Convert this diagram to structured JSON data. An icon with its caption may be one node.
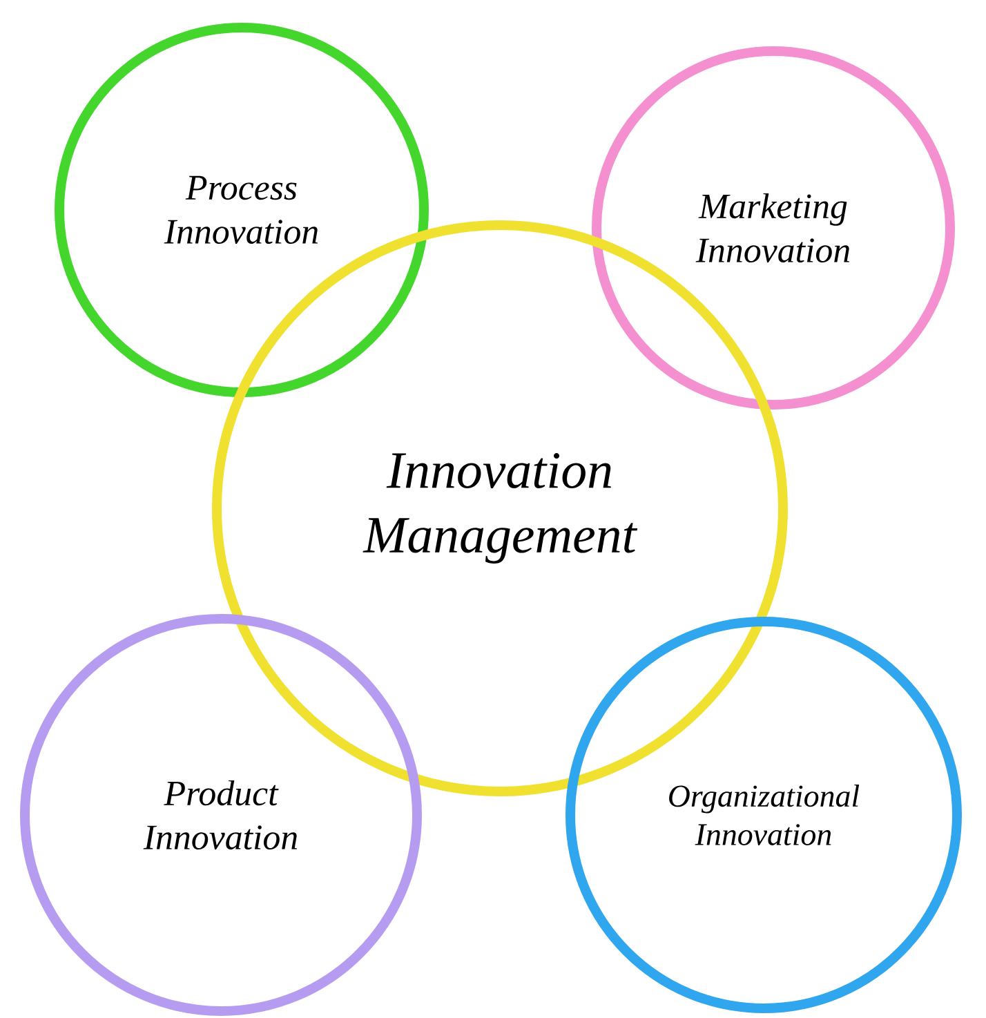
{
  "diagram": {
    "nodes": [
      {
        "text": [
          "Process Innovation"
        ]
      },
      {
        "text": [
          "Marketing Innovation"
        ]
      },
      {
        "text": [
          "Innovation Management"
        ]
      },
      {
        "text": [
          "Product Innovation"
        ]
      },
      {
        "text": [
          "Organizational Innovation"
        ]
      }
    ]
  }
}
